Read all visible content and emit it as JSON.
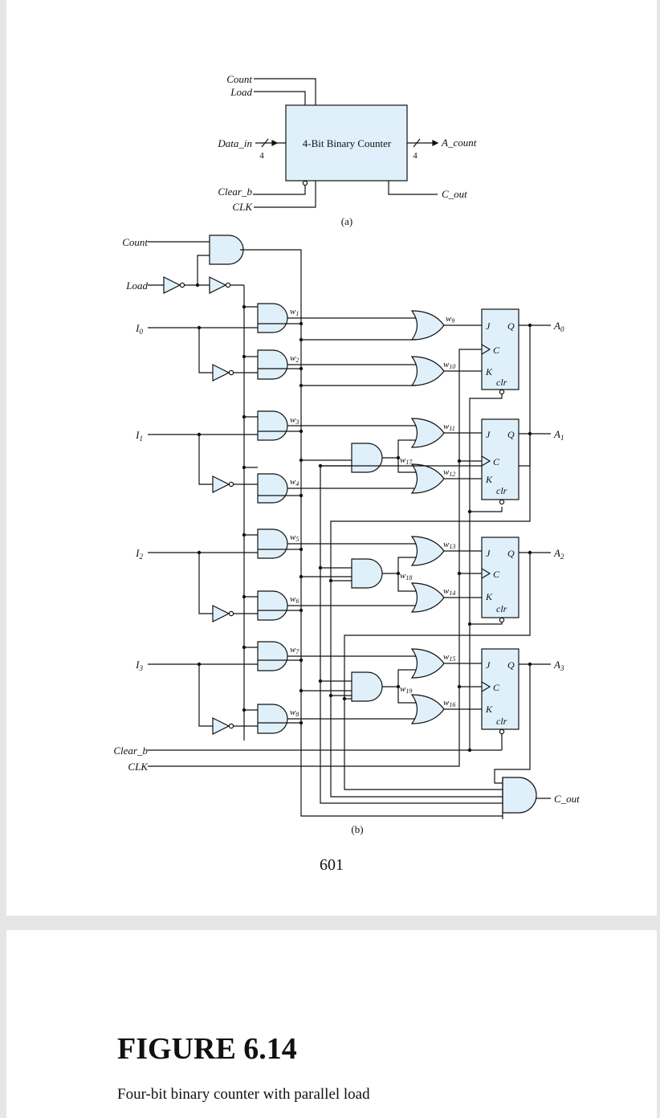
{
  "diagram_a": {
    "caption": "(a)",
    "block_label": "4-Bit Binary Counter",
    "inputs": {
      "count": "Count",
      "load": "Load",
      "data_in": "Data_in",
      "clear_b": "Clear_b",
      "clk": "CLK"
    },
    "outputs": {
      "a_count": "A_count",
      "c_out": "C_out"
    },
    "bus_width_in": "4",
    "bus_width_out": "4"
  },
  "diagram_b": {
    "caption": "(b)",
    "inputs": {
      "count": "Count",
      "load": "Load",
      "i0": "I",
      "i1": "I",
      "i2": "I",
      "i3": "I",
      "clear_b": "Clear_b",
      "clk": "CLK"
    },
    "input_subs": {
      "i0": "0",
      "i1": "1",
      "i2": "2",
      "i3": "3"
    },
    "outputs": {
      "a0": "A",
      "a1": "A",
      "a2": "A",
      "a3": "A",
      "c_out": "C_out"
    },
    "output_subs": {
      "a0": "0",
      "a1": "1",
      "a2": "2",
      "a3": "3"
    },
    "wires": {
      "w1": "1",
      "w2": "2",
      "w3": "3",
      "w4": "4",
      "w5": "5",
      "w6": "6",
      "w7": "7",
      "w8": "8",
      "w9": "9",
      "w10": "10",
      "w11": "11",
      "w12": "12",
      "w13": "13",
      "w14": "14",
      "w15": "15",
      "w16": "16",
      "w17": "17",
      "w18": "18",
      "w19": "19"
    },
    "wire_letter": "w",
    "ff_pins": {
      "j": "J",
      "k": "K",
      "c": "C",
      "q": "Q",
      "clr": "clr"
    }
  },
  "page_number": "601",
  "figure": {
    "title": "FIGURE 6.14",
    "caption": "Four-bit binary counter with parallel load"
  }
}
